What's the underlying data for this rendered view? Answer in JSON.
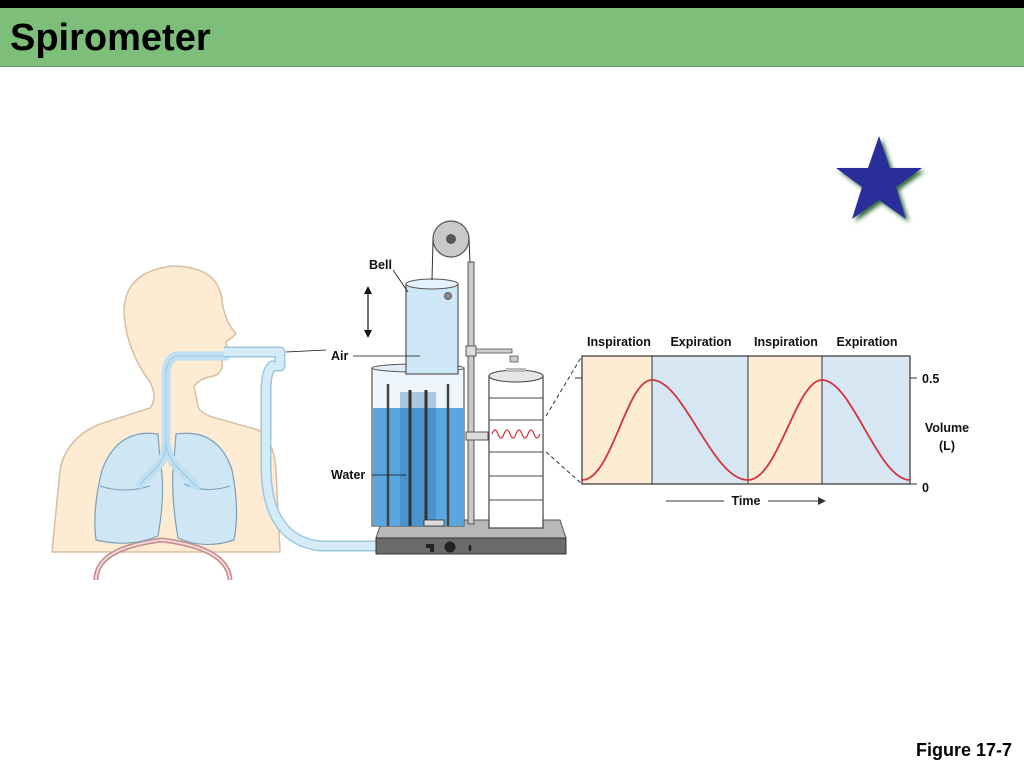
{
  "slide": {
    "title": "Spirometer",
    "figure": "Figure 17-7"
  },
  "apparatus_labels": {
    "bell": "Bell",
    "air": "Air",
    "water": "Water"
  },
  "graph": {
    "phases": [
      "Inspiration",
      "Expiration",
      "Inspiration",
      "Expiration"
    ],
    "y_label_line1": "Volume",
    "y_label_line2": "(L)",
    "y_ticks": [
      "0.5",
      "0"
    ],
    "x_label": "Time"
  },
  "colors": {
    "title_bar": "#7dbf7a",
    "star": "#2b2d9a",
    "inspiration_band": "#fbecd3",
    "expiration_band": "#d7e6f3",
    "trace": "#d2333d",
    "water": "#5aa6de",
    "bell": "#cfe8f7",
    "skin": "#fdebd3"
  },
  "icons": [
    "star-icon"
  ]
}
